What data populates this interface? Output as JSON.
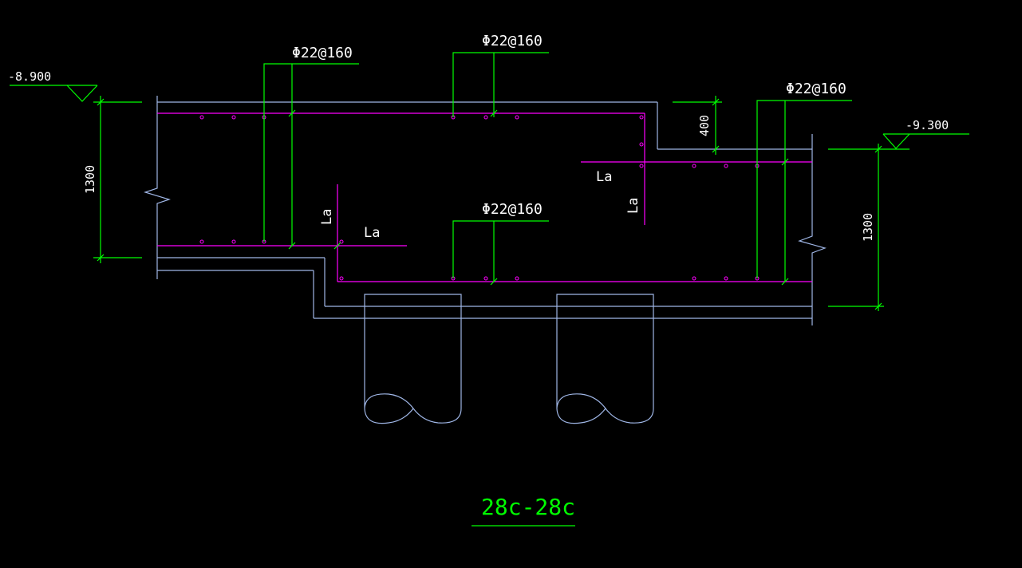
{
  "drawing": {
    "title": "28c-28c",
    "colors": {
      "background": "#000000",
      "concrete": "#9fb6e6",
      "rebar": "#ff00ff",
      "leader": "#00ff00",
      "text": "#ffffff",
      "title": "#00ff00"
    },
    "elevations": {
      "left": "-8.900",
      "right": "-9.300"
    },
    "dimensions": {
      "left_height": "1300",
      "right_height": "1300",
      "step": "400"
    },
    "rebar_labels": {
      "top_left": "Φ22@160",
      "top_middle": "Φ22@160",
      "top_right": "Φ22@160",
      "bottom_middle": "Φ22@160"
    },
    "anchorage_labels": {
      "bottom_vertical": "La",
      "bottom_horizontal": "La",
      "step_horizontal": "La",
      "step_vertical": "La"
    }
  }
}
